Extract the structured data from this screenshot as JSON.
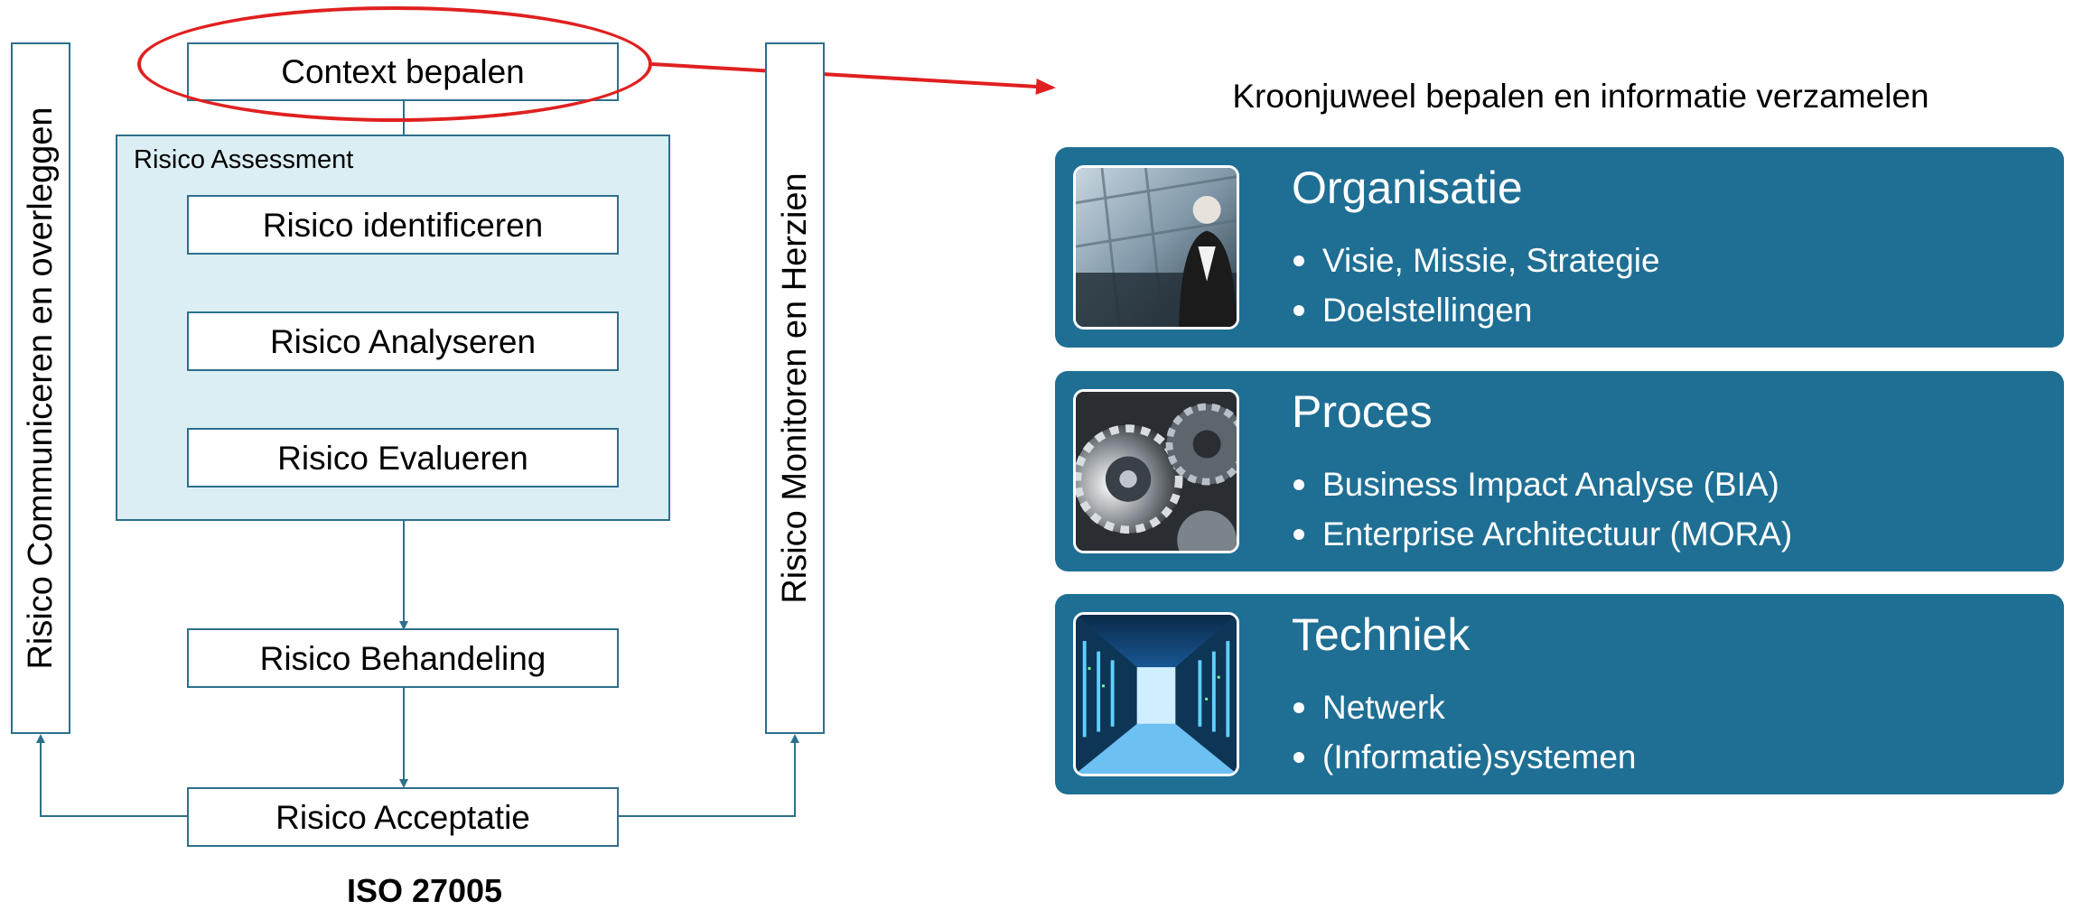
{
  "diagram": {
    "context": "Context bepalen",
    "assessment_label": "Risico Assessment",
    "identify": "Risico identificeren",
    "analyse": "Risico Analyseren",
    "evaluate": "Risico Evalueren",
    "treatment": "Risico Behandeling",
    "acceptance": "Risico Acceptatie",
    "left_side": "Risico Communiceren en overleggen",
    "right_side": "Risico Monitoren en Herzien",
    "caption": "ISO 27005"
  },
  "colors": {
    "box_border": "#2d6f8c",
    "assessment_fill": "#dbeef3",
    "highlight": "#e02020",
    "card_fill": "#1f6f94"
  },
  "right_panel": {
    "heading": "Kroonjuweel bepalen en informatie verzamelen",
    "cards": [
      {
        "title": "Organisatie",
        "image": "businesswoman-photo",
        "items": [
          "Visie, Missie, Strategie",
          "Doelstellingen"
        ]
      },
      {
        "title": "Proces",
        "image": "gears-photo",
        "items": [
          "Business Impact Analyse (BIA)",
          "Enterprise Architectuur (MORA)"
        ]
      },
      {
        "title": "Techniek",
        "image": "server-room-photo",
        "items": [
          "Netwerk",
          "(Informatie)systemen"
        ]
      }
    ]
  }
}
